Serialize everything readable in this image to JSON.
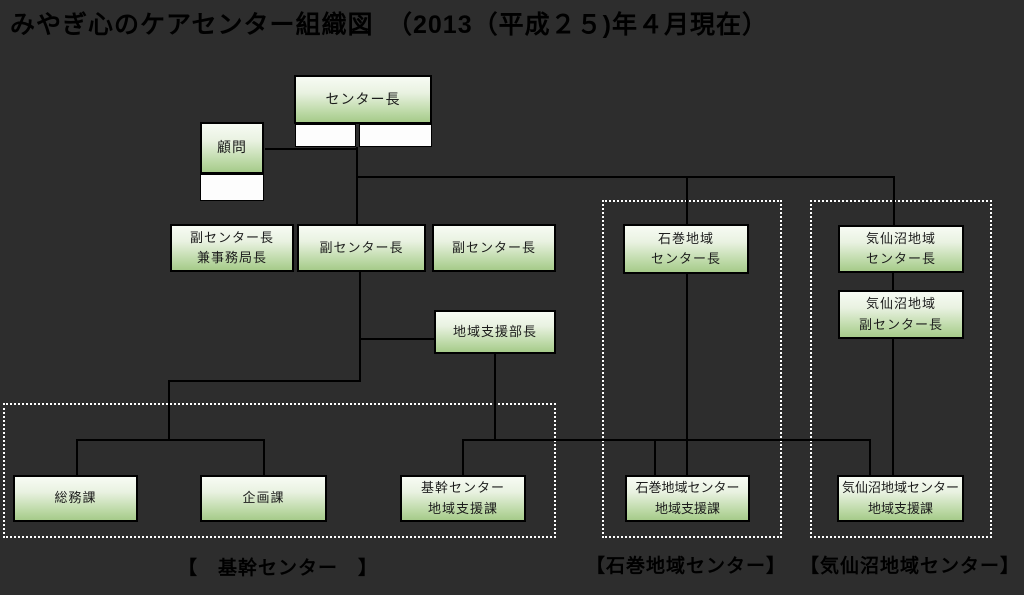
{
  "title": "みやぎ心のケアセンター組織図　（2013（平成２５)年４月現在）",
  "nodes": {
    "center_director": {
      "label": "センター長"
    },
    "advisor": {
      "label": "顧問"
    },
    "deputy_director_admin": {
      "line1": "副センター長",
      "line2": "兼事務局長"
    },
    "deputy_director_2": {
      "label": "副センター長"
    },
    "deputy_director_3": {
      "label": "副センター長"
    },
    "regional_support_dept_head": {
      "label": "地域支援部長"
    },
    "ishinomaki_director": {
      "line1": "石巻地域",
      "line2": "センター長"
    },
    "kesennuma_director": {
      "line1": "気仙沼地域",
      "line2": "センター長"
    },
    "kesennuma_deputy_director": {
      "line1": "気仙沼地域",
      "line2": "副センター長"
    },
    "general_affairs_section": {
      "label": "総務課"
    },
    "planning_section": {
      "label": "企画課"
    },
    "kikan_regional_support_section": {
      "line1": "基幹センター",
      "line2": "地域支援課"
    },
    "ishinomaki_regional_support_section": {
      "line1": "石巻地域センター",
      "line2": "地域支援課"
    },
    "kesennuma_regional_support_section": {
      "line1": "気仙沼地域センター",
      "line2": "地域支援課"
    }
  },
  "groups": {
    "kikan": {
      "label": "【　基幹センター　】"
    },
    "ishinomaki": {
      "label": "【石巻地域センター】"
    },
    "kesennuma": {
      "label": "【気仙沼地域センター】"
    }
  },
  "colors": {
    "background": "#2d2d2d",
    "box_border": "#000000",
    "box_gradient_top": "#f7fbf4",
    "box_gradient_bottom": "#a6cb8a",
    "empty_box_fill": "#fdfdfd",
    "connector_line": "#000000",
    "group_dotted_border": "#ffffff",
    "title_text": "#000000"
  }
}
